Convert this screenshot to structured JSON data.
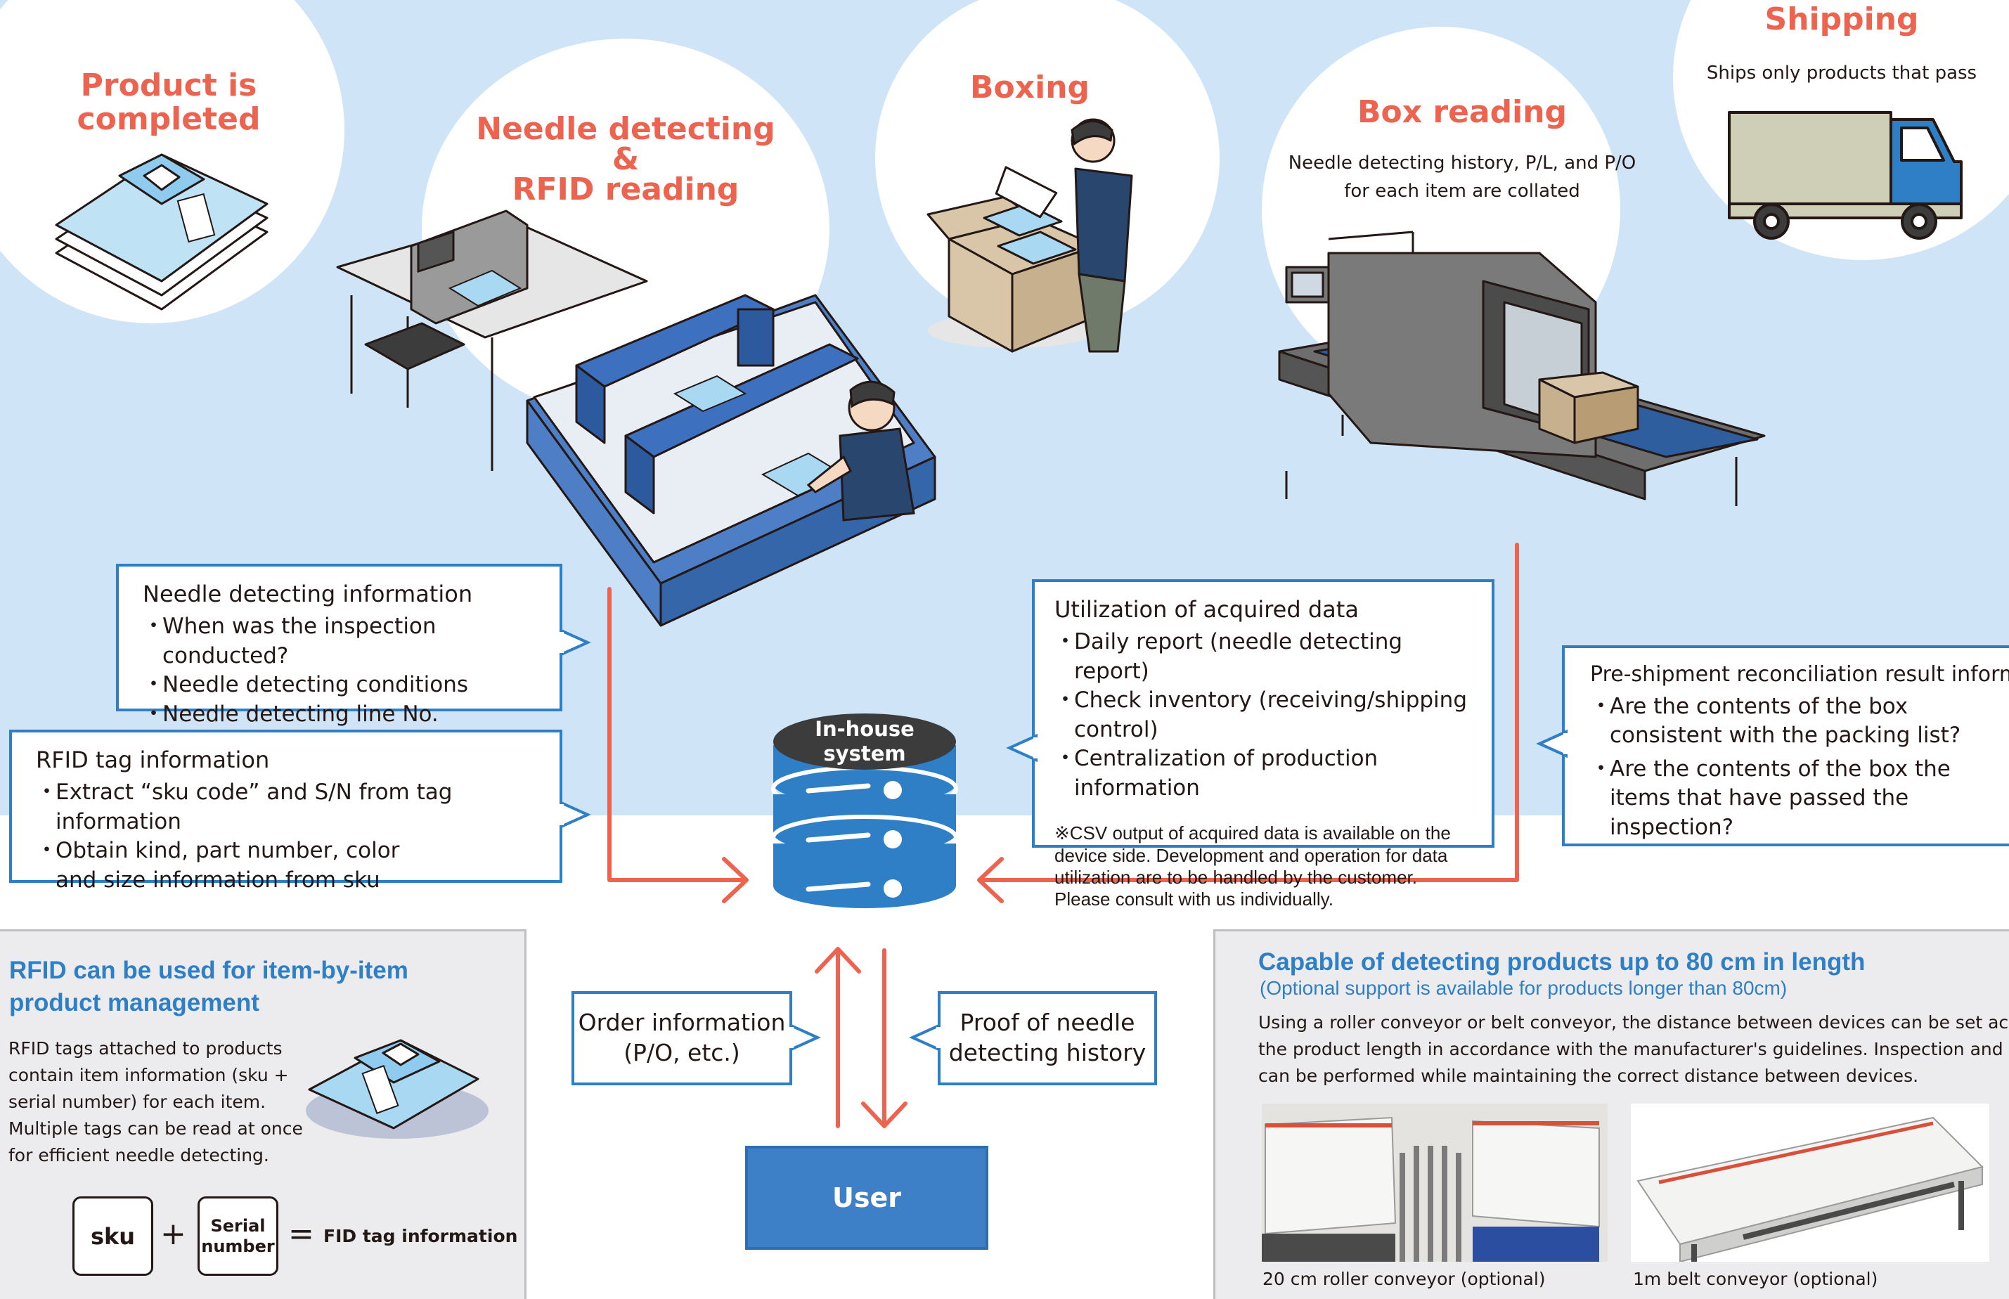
{
  "stages": {
    "product_completed": {
      "title": "Product is completed"
    },
    "needle_rfid": {
      "title_line1": "Needle detecting",
      "title_line2": "&",
      "title_line3": "RFID reading"
    },
    "boxing": {
      "title": "Boxing"
    },
    "box_reading": {
      "title": "Box reading",
      "subtitle_line1": "Needle detecting history, P/L, and P/O",
      "subtitle_line2": "for each item are collated"
    },
    "shipping": {
      "title": "Shipping",
      "subtitle": "Ships only products that pass"
    }
  },
  "needle_info": {
    "title": "Needle detecting information",
    "items": [
      "When was the inspection conducted?",
      "Needle detecting conditions",
      "Needle detecting line No."
    ]
  },
  "rfid_info": {
    "title": "RFID tag information",
    "items": [
      "Extract “sku code” and S/N from tag information",
      "Obtain kind, part number, color and size information from sku"
    ]
  },
  "utilization": {
    "title": "Utilization of acquired data",
    "items": [
      "Daily report (needle detecting report)",
      "Check inventory (receiving/shipping control)",
      "Centralization of production information"
    ],
    "note": "※CSV output of acquired data is available on the device side. Development and operation for data utilization are to be handled by the customer. Please consult with us individually."
  },
  "preshipment": {
    "title": "Pre-shipment reconciliation result information",
    "items": [
      "Are the contents of the box consistent with the packing list?",
      "Are the contents of the box the items that have passed the inspection?"
    ]
  },
  "database": {
    "line1": "In-house",
    "line2": "system"
  },
  "order_info": {
    "text": "Order information\n(P/O, etc.)"
  },
  "proof_info": {
    "text": "Proof of needle\ndetecting history"
  },
  "user": {
    "label": "User"
  },
  "rfid_panel": {
    "title_line1": "RFID can be used for item-by-item",
    "title_line2": "product management",
    "body": [
      "RFID tags attached to products",
      "contain item information (sku +",
      "serial number) for each item.",
      "Multiple tags can be read at once",
      "for efficient needle detecting."
    ],
    "formula": {
      "sku": "sku",
      "plus": "+",
      "serial_line1": "Serial",
      "serial_line2": "number",
      "equals": "=",
      "result": "FID tag information"
    }
  },
  "length_panel": {
    "title": "Capable of detecting products up to 80 cm in length",
    "subtitle": "(Optional support is available for products longer than 80cm)",
    "body": [
      "Using a roller conveyor or belt conveyor, the distance between devices can be set according to",
      "the product length in accordance with the manufacturer's guidelines. Inspection and recording",
      "can be performed while maintaining the correct distance between devices."
    ],
    "caption_left": "20 cm roller conveyor (optional)",
    "caption_right": "1m belt conveyor (optional)"
  },
  "colors": {
    "accent_red": "#ec6450",
    "accent_blue": "#2e7fc6",
    "sky": "#cfe5f7",
    "user_box": "#3e80c8",
    "db_dark": "#3c3c3c",
    "db_blue": "#2e7fc6"
  }
}
